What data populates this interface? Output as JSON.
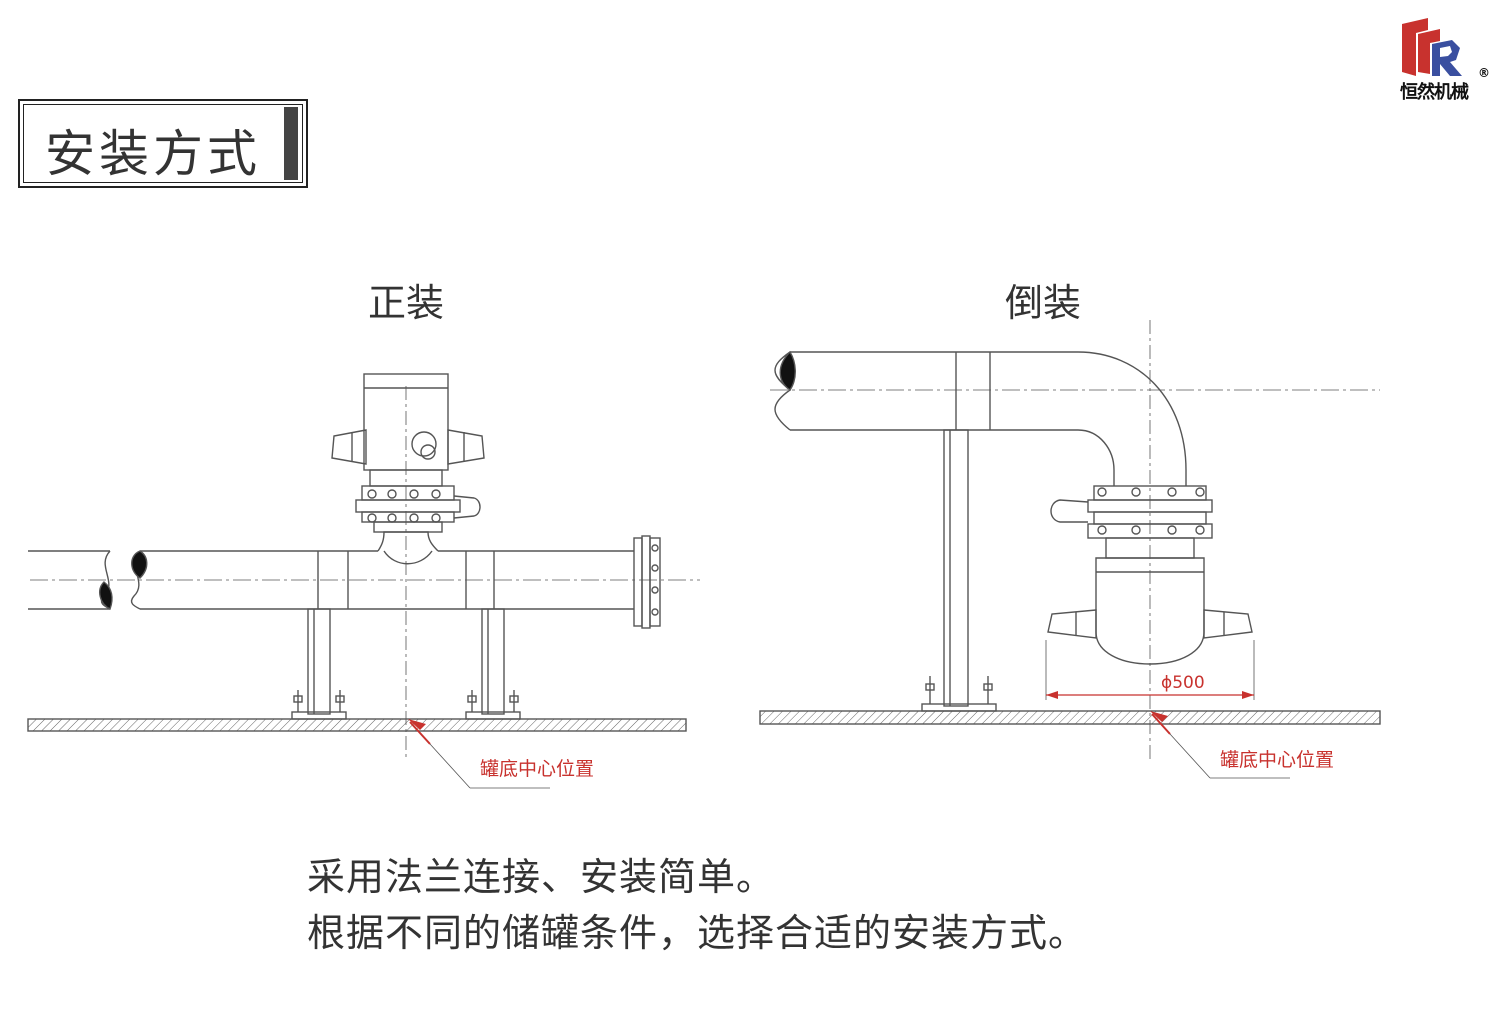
{
  "header": {
    "title": "安装方式"
  },
  "logo": {
    "text": "恒然机械",
    "reg": "®"
  },
  "diagrams": {
    "normal_label": "正装",
    "inverted_label": "倒装",
    "tank_center_note_left": "罐底中心位置",
    "tank_center_note_right": "罐底中心位置",
    "dimension": "ϕ500"
  },
  "description": {
    "line1": "采用法兰连接、安装简单。",
    "line2": "根据不同的储罐条件，选择合适的安装方式。"
  },
  "colors": {
    "accent": "#c8322e",
    "line": "#555555",
    "logo_red": "#c8322e",
    "logo_blue": "#3a4fa0"
  }
}
